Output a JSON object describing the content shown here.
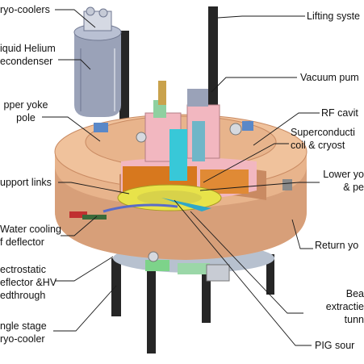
{
  "labels": {
    "cryo_coolers": "ryo-coolers",
    "liquid_helium": "iquid Helium\necondenser",
    "upper_yoke": "pper yoke\npole",
    "support_links": "upport links",
    "water_cooling": "Water cooling\nf deflector",
    "electrostatic": "ectrostatic\neflector &HV\nedthrough",
    "single_stage": "ngle stage\nryo-cooler",
    "lifting_system": "Lifting syste",
    "vacuum_pump": "Vacuum pum",
    "rf_cavity": "RF cavit",
    "superconducting": "Superconducti\ncoil & cryost",
    "lower_yoke": "Lower yo\n& pe",
    "return_yoke": "Return yo",
    "beam_extraction": "Bea\nextractie\ntunn",
    "pig_source": "PIG sour"
  },
  "colors": {
    "yoke": "#e8b48c",
    "yoke_dark": "#c98a62",
    "yoke_side": "#d79f79",
    "dewar": "#9aa2b8",
    "dewar_dark": "#6f7790",
    "pillar": "#262626",
    "coil_copper": "#d7781e",
    "pole_yellow": "#e8e34a",
    "pink": "#f2b7c0",
    "cyan": "#38c8d8",
    "green": "#8fd0a0",
    "leader_line": "#1a1a1a"
  }
}
